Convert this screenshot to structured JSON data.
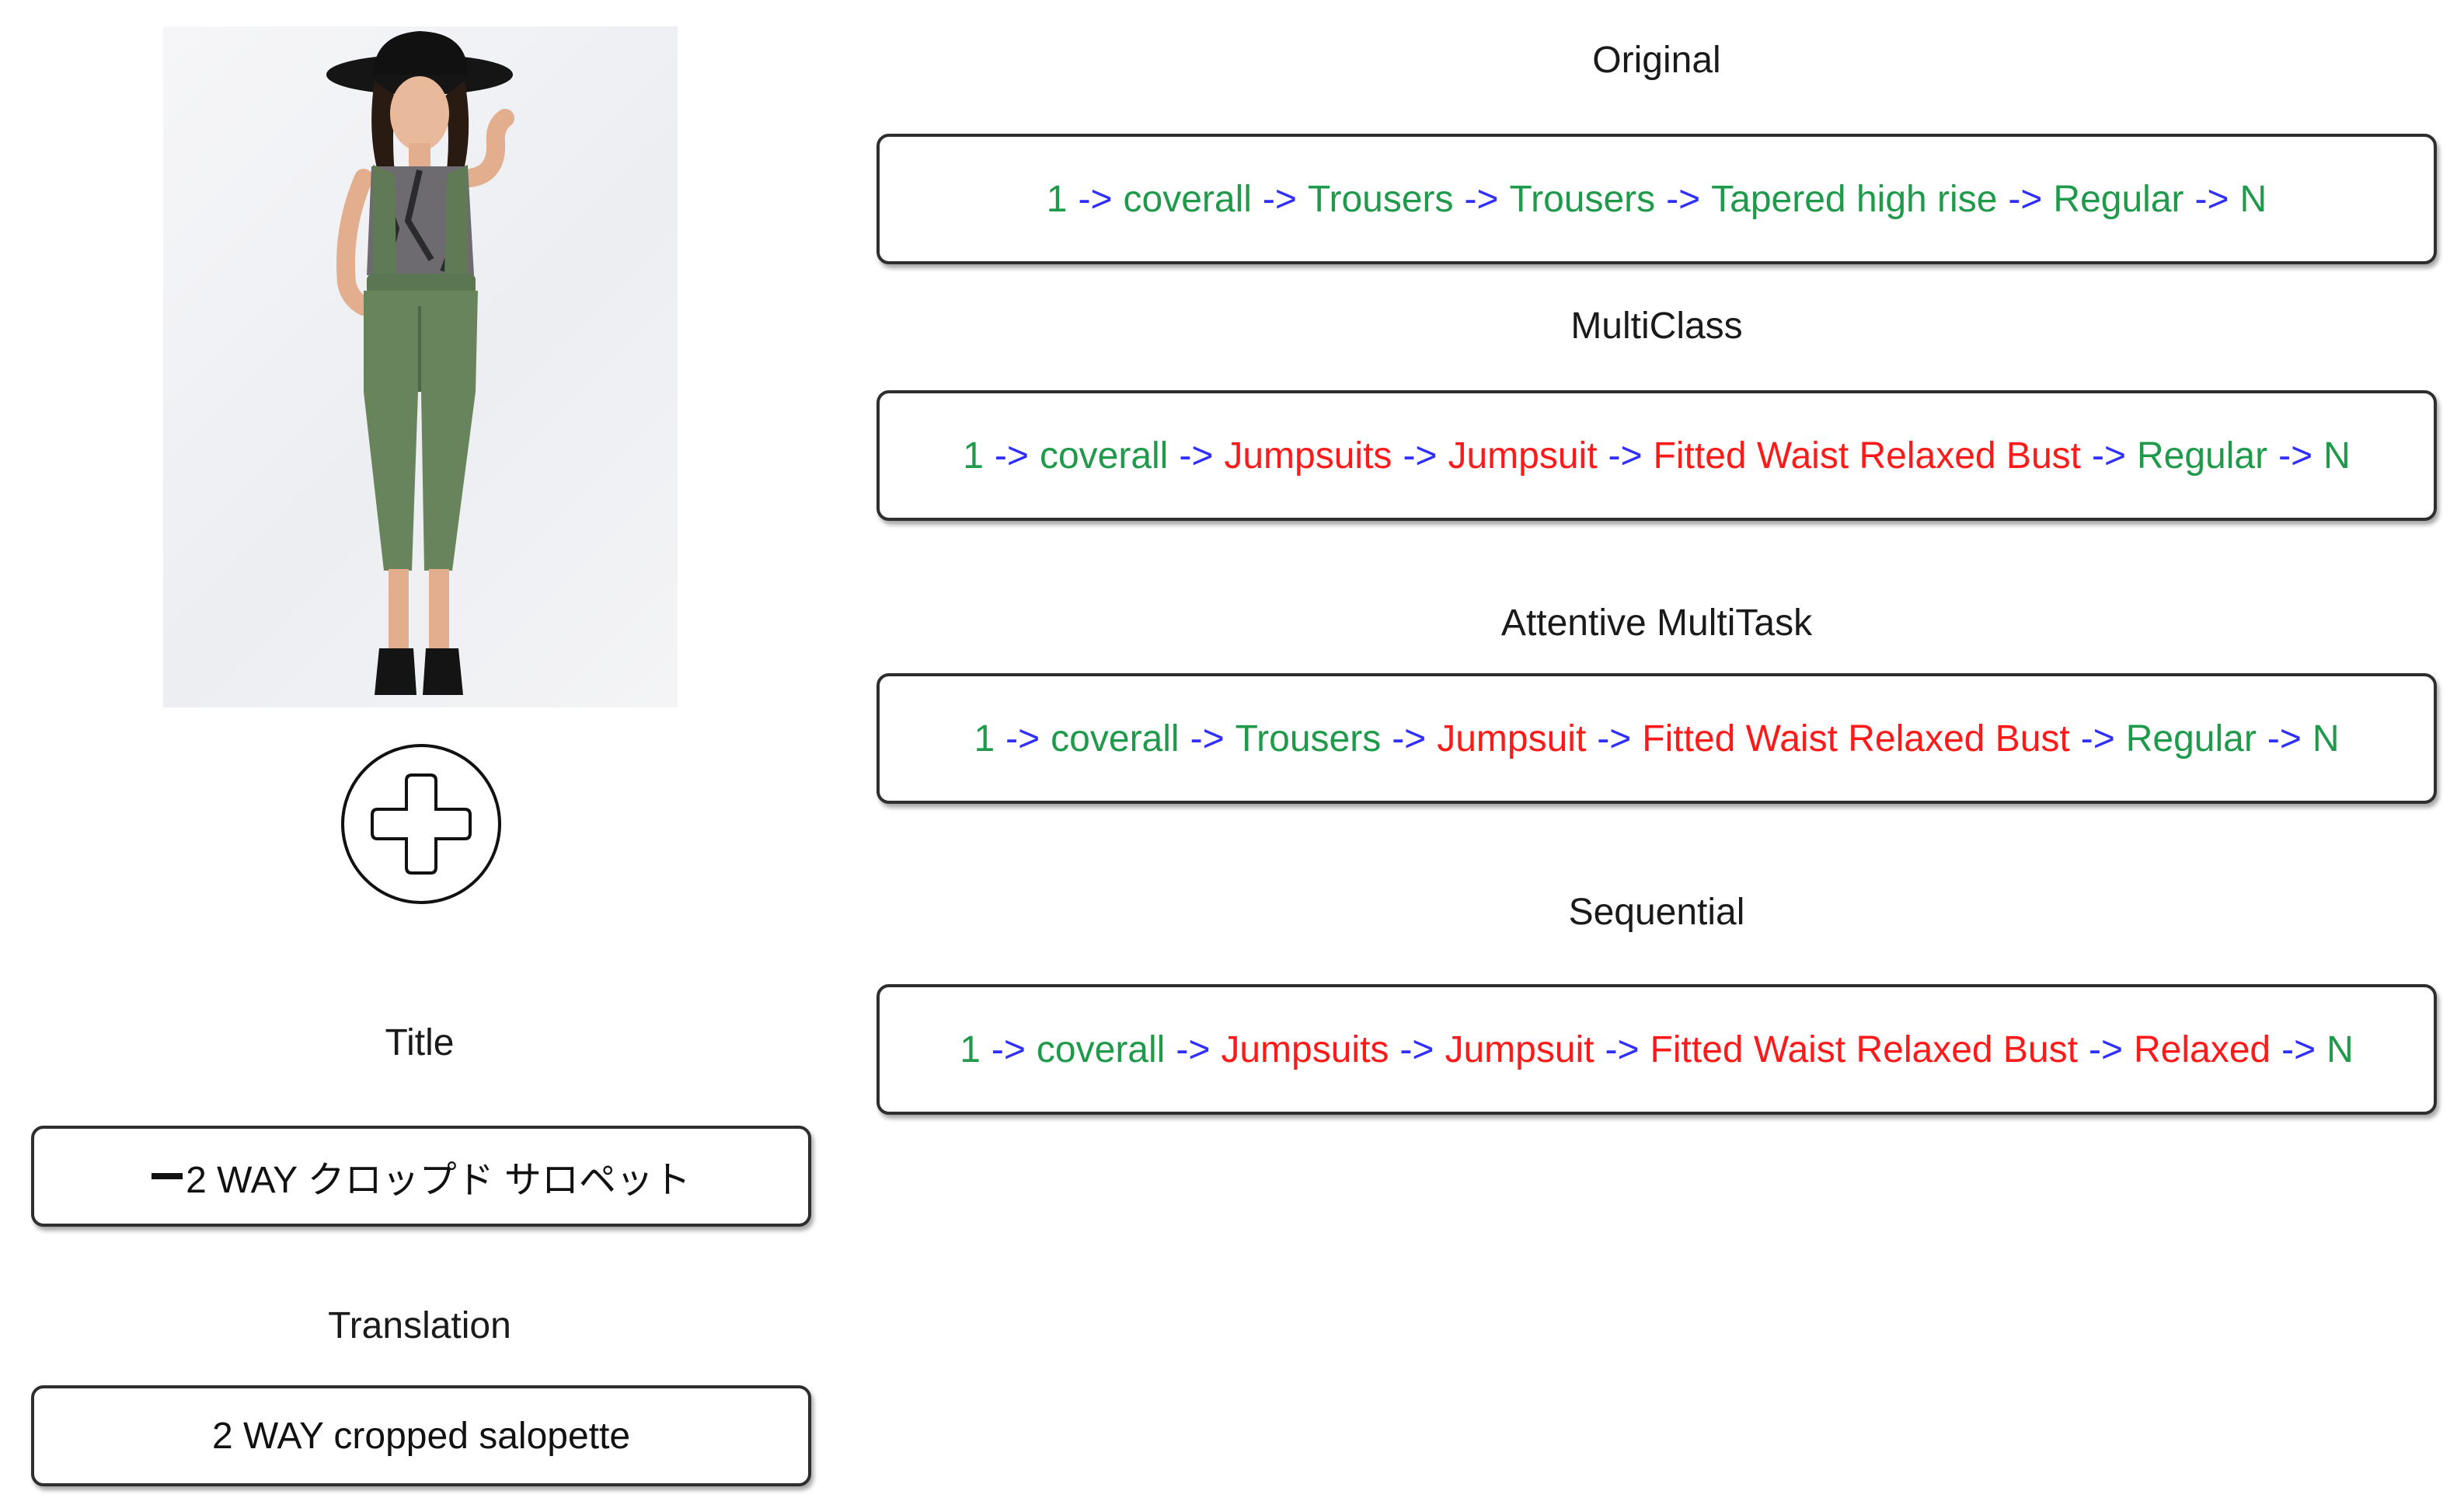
{
  "left_panel": {
    "title_label": "Title",
    "title_value": "2 WAY クロップド サロペット",
    "translation_label": "Translation",
    "translation_value": "2 WAY cropped salopette"
  },
  "colors": {
    "correct": "#1f9a4a",
    "incorrect": "#ff1a1a",
    "arrow": "#2f2fff"
  },
  "arrow_text": "->",
  "predictions": [
    {
      "label": "Original",
      "segments": [
        {
          "text": "1",
          "status": "correct"
        },
        {
          "text": "coverall",
          "status": "correct"
        },
        {
          "text": "Trousers",
          "status": "correct"
        },
        {
          "text": "Trousers",
          "status": "correct"
        },
        {
          "text": "Tapered high rise",
          "status": "correct"
        },
        {
          "text": "Regular",
          "status": "correct"
        },
        {
          "text": "N",
          "status": "correct"
        }
      ]
    },
    {
      "label": "MultiClass",
      "segments": [
        {
          "text": "1",
          "status": "correct"
        },
        {
          "text": "coverall",
          "status": "correct"
        },
        {
          "text": "Jumpsuits",
          "status": "incorrect"
        },
        {
          "text": "Jumpsuit",
          "status": "incorrect"
        },
        {
          "text": "Fitted Waist Relaxed Bust",
          "status": "incorrect"
        },
        {
          "text": "Regular",
          "status": "correct"
        },
        {
          "text": "N",
          "status": "correct"
        }
      ]
    },
    {
      "label": "Attentive MultiTask",
      "segments": [
        {
          "text": "1",
          "status": "correct"
        },
        {
          "text": "coverall",
          "status": "correct"
        },
        {
          "text": "Trousers",
          "status": "correct"
        },
        {
          "text": "Jumpsuit",
          "status": "incorrect"
        },
        {
          "text": "Fitted Waist Relaxed Bust",
          "status": "incorrect"
        },
        {
          "text": "Regular",
          "status": "correct"
        },
        {
          "text": "N",
          "status": "correct"
        }
      ]
    },
    {
      "label": "Sequential",
      "segments": [
        {
          "text": "1",
          "status": "correct"
        },
        {
          "text": "coverall",
          "status": "correct"
        },
        {
          "text": "Jumpsuits",
          "status": "incorrect"
        },
        {
          "text": "Jumpsuit",
          "status": "incorrect"
        },
        {
          "text": "Fitted Waist Relaxed Bust",
          "status": "incorrect"
        },
        {
          "text": "Relaxed",
          "status": "incorrect"
        },
        {
          "text": "N",
          "status": "correct"
        }
      ]
    }
  ]
}
